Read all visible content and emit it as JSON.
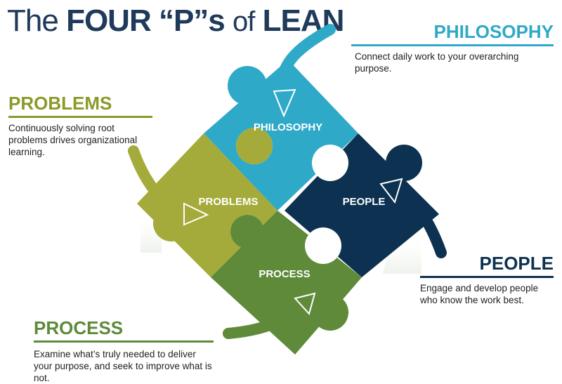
{
  "title": {
    "prefix": "The",
    "main": "FOUR “P”s",
    "of": "of",
    "lean": "LEAN"
  },
  "sections": {
    "philosophy": {
      "heading": "PHILOSOPHY",
      "description": "Connect daily work to your overarching purpose.",
      "color": "#2fa9c8"
    },
    "problems": {
      "heading": "PROBLEMS",
      "description": "Continuously solving root problems drives organizational learning.",
      "color": "#a4ab3a"
    },
    "people": {
      "heading": "PEOPLE",
      "description": "Engage and develop people who know the work best.",
      "color": "#0d3150"
    },
    "process": {
      "heading": "PROCESS",
      "description": "Examine what’s truly needed to deliver your purpose, and seek to improve what is not.",
      "color": "#5e8a3a"
    }
  },
  "pieces": {
    "philosophy": "PHILOSOPHY",
    "problems": "PROBLEMS",
    "people": "PEOPLE",
    "process": "PROCESS"
  },
  "icons": [
    "arrow-philosophy-icon",
    "arrow-problems-icon",
    "arrow-people-icon",
    "arrow-process-icon"
  ]
}
